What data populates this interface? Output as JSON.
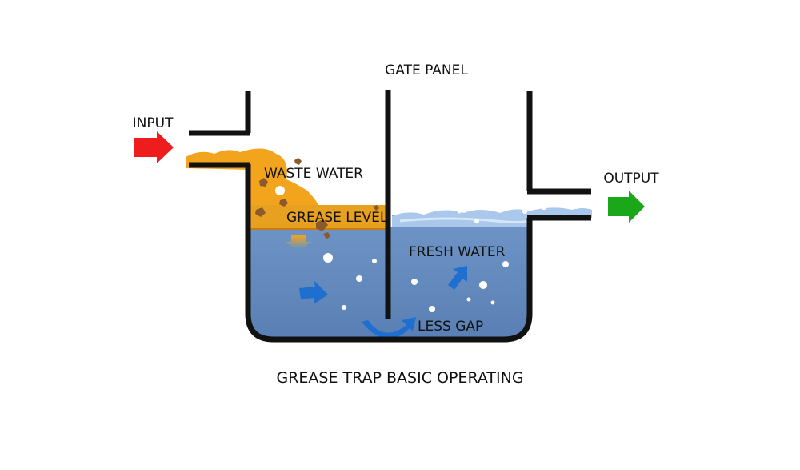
{
  "title": "GREASE TRAP BASIC OPERATING",
  "labels": {
    "gate_panel": "GATE PANEL",
    "input": "INPUT",
    "output": "OUTPUT",
    "waste_water": "WASTE WATER",
    "grease_level": "GREASE LEVEL",
    "fresh_water": "FRESH WATER",
    "less_gap": "LESS GAP"
  },
  "colors": {
    "tank_outline": "#111111",
    "water": "#6a8fc0",
    "water_dark": "#5b7db0",
    "grease": "#f2a41c",
    "grease_particles": "#8a5a2a",
    "surface_foam": "#a9c8ec",
    "flow_arrow": "#1f6fd1",
    "input_arrow": "#ee1c1c",
    "output_arrow": "#1aa81a",
    "bubbles": "#ffffff"
  },
  "icons": {
    "input": "arrow-right-icon",
    "output": "arrow-right-icon",
    "flow": "curved-arrow-icon"
  }
}
